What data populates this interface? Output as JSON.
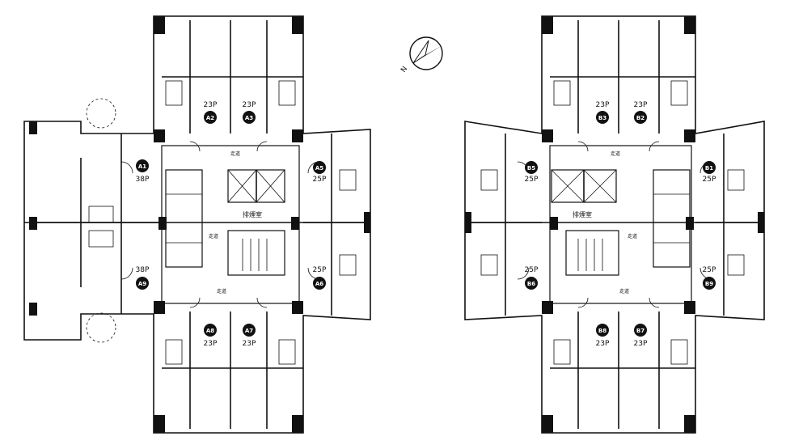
{
  "compass": {
    "label": "N",
    "icon": "north-arrow-icon"
  },
  "buildings": [
    {
      "id": "A",
      "core": {
        "elevator_lobby": "排煙室",
        "corridor_labels": [
          "走道",
          "走道",
          "走道"
        ]
      },
      "units": [
        {
          "id": "A1",
          "size": "38P"
        },
        {
          "id": "A2",
          "size": "23P"
        },
        {
          "id": "A3",
          "size": "23P"
        },
        {
          "id": "A5",
          "size": "25P"
        },
        {
          "id": "A6",
          "size": "25P"
        },
        {
          "id": "A7",
          "size": "23P"
        },
        {
          "id": "A8",
          "size": "23P"
        },
        {
          "id": "A9",
          "size": "38P"
        }
      ]
    },
    {
      "id": "B",
      "core": {
        "elevator_lobby": "排煙室",
        "corridor_labels": [
          "走道",
          "走道",
          "走道"
        ]
      },
      "units": [
        {
          "id": "B1",
          "size": "25P"
        },
        {
          "id": "B2",
          "size": "23P"
        },
        {
          "id": "B3",
          "size": "23P"
        },
        {
          "id": "B5",
          "size": "25P"
        },
        {
          "id": "B6",
          "size": "25P"
        },
        {
          "id": "B7",
          "size": "23P"
        },
        {
          "id": "B8",
          "size": "23P"
        },
        {
          "id": "B9",
          "size": "25P"
        }
      ]
    }
  ]
}
